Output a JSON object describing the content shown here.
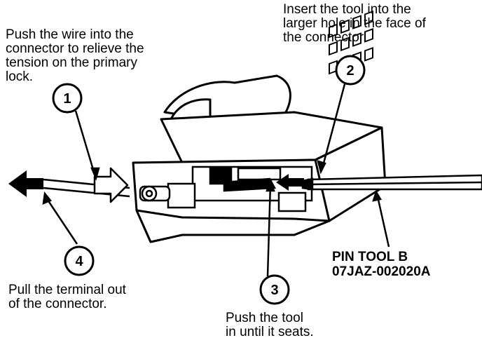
{
  "captions": {
    "push_wire": "Push the wire into the\nconnector to relieve the\ntension on the primary\nlock.",
    "insert_tool": "Insert the tool into the\nlarger hole in the face of\nthe connector.",
    "pull_terminal": "Pull the terminal out\nof the connector.",
    "push_tool": "Push the tool\nin until it seats."
  },
  "steps": [
    {
      "number": "1"
    },
    {
      "number": "2"
    },
    {
      "number": "3"
    },
    {
      "number": "4"
    }
  ],
  "tool": {
    "name": "PIN TOOL B",
    "part_number": "07JAZ-002020A"
  }
}
